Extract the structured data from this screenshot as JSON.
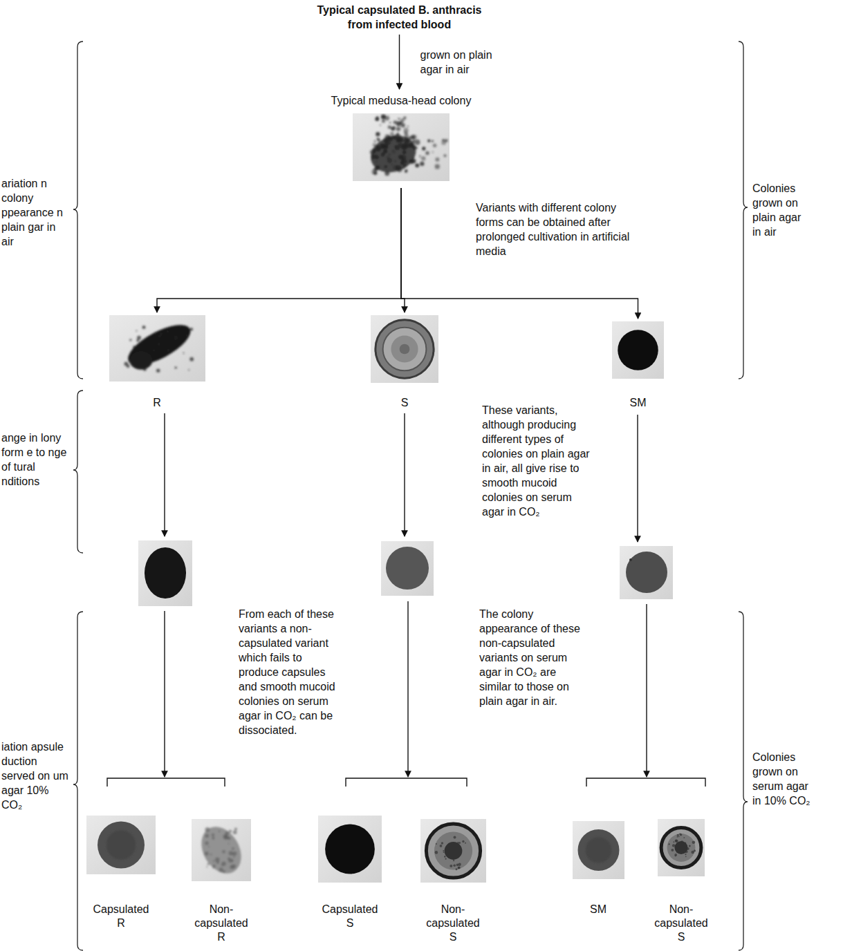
{
  "diagram": {
    "nodes": [
      {
        "text": [
          "Typical capsulated B. anthracis from infected blood"
        ]
      },
      {
        "text": [
          "Typical medusa-head colony"
        ]
      },
      {
        "text": [
          "R"
        ]
      },
      {
        "text": [
          "S"
        ]
      },
      {
        "text": [
          "SM"
        ]
      },
      {
        "text": [
          "Capsulated R"
        ]
      },
      {
        "text": [
          "Non-capsulated R"
        ]
      },
      {
        "text": [
          "Capsulated S"
        ]
      },
      {
        "text": [
          "Non-capsulated S"
        ]
      },
      {
        "text": [
          "SM"
        ]
      },
      {
        "text": [
          "Non-capsulated S"
        ]
      }
    ],
    "edges": [
      {
        "from": 0,
        "to": 1,
        "arrow": "to",
        "label": "grown on plain agar in air"
      },
      {
        "from": 1,
        "to": 2,
        "arrow": "to"
      },
      {
        "from": 1,
        "to": 3,
        "arrow": "to"
      },
      {
        "from": 1,
        "to": 4,
        "arrow": "to"
      }
    ],
    "labels": [
      "Variants with different colony forms can be obtained after prolonged cultivation in artificial media",
      "These variants, although producing different types of colonies on plain agar in air, all give rise to smooth mucoid colonies on serum agar in CO₂",
      "From each of these variants a non-capsulated variant which fails to produce capsules and smooth mucoid colonies on serum agar in CO₂ can be dissociated.",
      "The colony appearance of these non-capsulated variants on serum agar in CO₂ are similar to those on plain agar in air.",
      "ariation n colony ppearance n plain gar in air",
      "ange in lony form e to nge of tural nditions",
      "iation apsule duction served on um agar 10% CO₂",
      "Colonies grown on plain agar in air",
      "Colonies grown on serum agar in 10% CO₂"
    ]
  }
}
